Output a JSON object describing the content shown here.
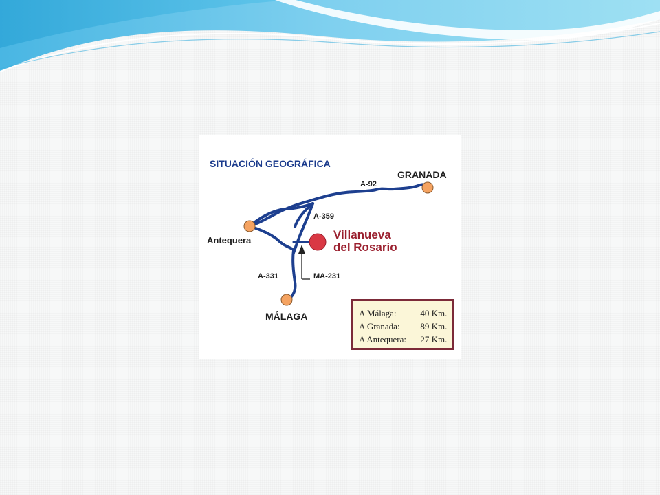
{
  "map": {
    "title": "SITUACIÓN GEOGRÁFICA",
    "cities": {
      "granada": "GRANADA",
      "antequera": "Antequera",
      "malaga": "MÁLAGA"
    },
    "town": {
      "line1": "Villanueva",
      "line2": "del Rosario"
    },
    "roads": {
      "a92": "A-92",
      "a359": "A-359",
      "a331": "A-331",
      "ma231": "MA-231"
    },
    "distances": [
      {
        "place": "A Málaga:",
        "value": "40 Km."
      },
      {
        "place": "A Granada:",
        "value": "89 Km."
      },
      {
        "place": "A Antequera:",
        "value": "27 Km."
      }
    ],
    "colors": {
      "road": "#1d3f8f",
      "city_marker": "#f5a361",
      "town_marker": "#d93844",
      "town_text": "#9a1f2e",
      "box_border": "#7c2a38",
      "box_fill": "#fbf6d8",
      "wave_blue": "#5fc3ea"
    }
  }
}
